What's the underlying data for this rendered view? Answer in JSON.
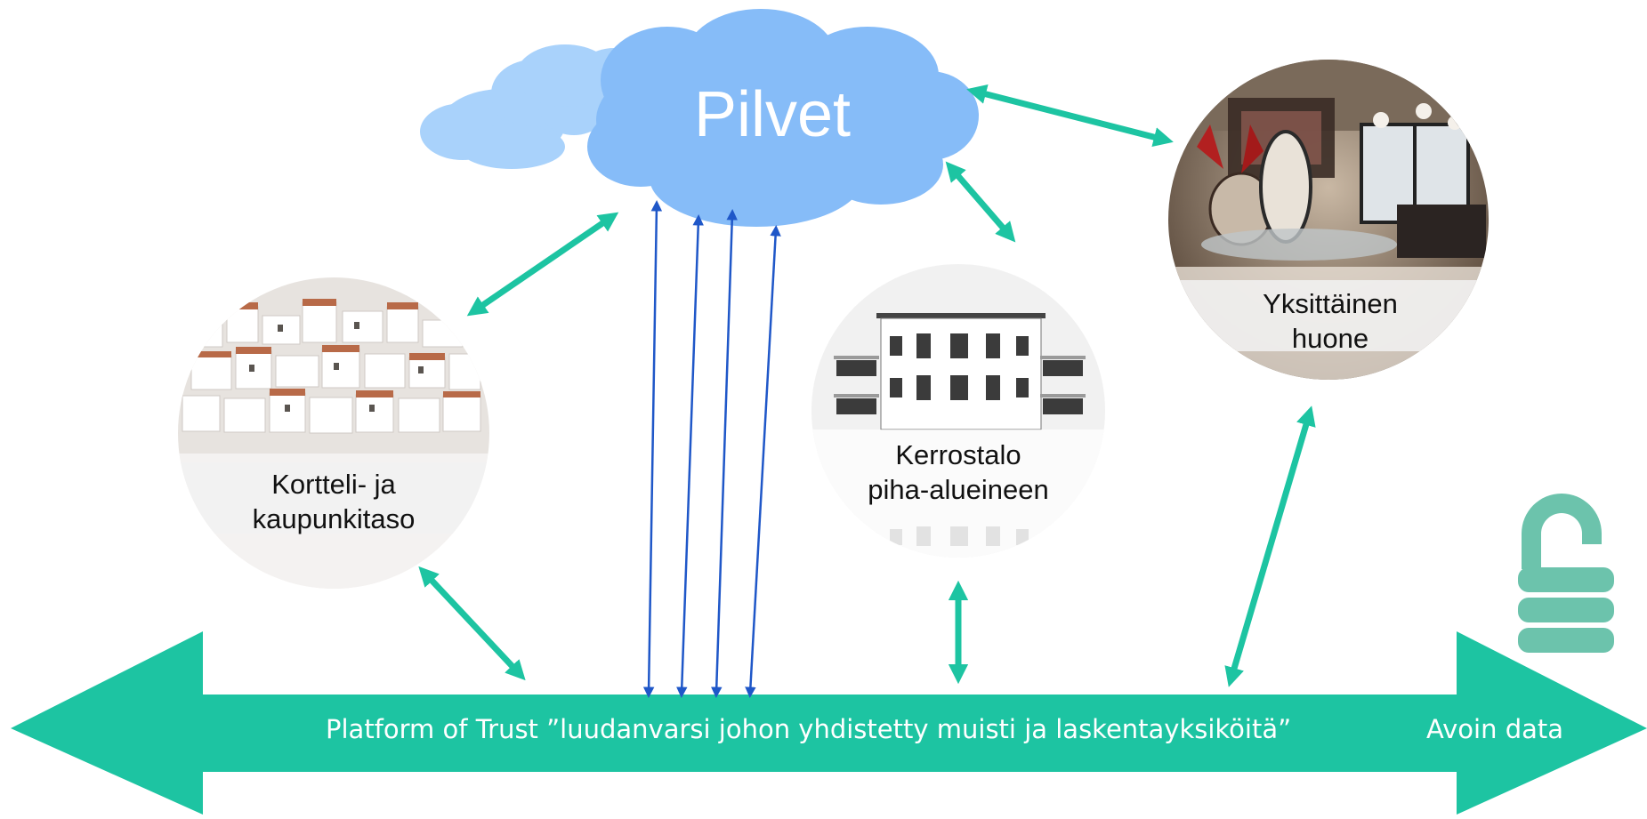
{
  "cloud": {
    "label": "Pilvet"
  },
  "nodes": [
    {
      "id": "block",
      "label_line1": "Kortteli- ja",
      "label_line2": "kaupunkitaso"
    },
    {
      "id": "building",
      "label_line1": "Kerrostalo",
      "label_line2": "piha-alueineen"
    },
    {
      "id": "room",
      "label_line1": "Yksittäinen",
      "label_line2": "huone"
    }
  ],
  "platform": {
    "label": "Platform of Trust ”luudanvarsi johon yhdistetty muisti ja laskentayksiköitä”",
    "open_data_label": "Avoin data"
  },
  "icons": {
    "open_data": "unlocked-database-icon"
  },
  "colors": {
    "platform": "#1dc4a2",
    "connector": "#1dc4a2",
    "cloud_main": "#86bcf8",
    "cloud_small": "#a9d2fb",
    "cloud_links": "#1f57c8",
    "lock_icon": "#6cc3ac",
    "label_bg": "#f2f2f2"
  }
}
